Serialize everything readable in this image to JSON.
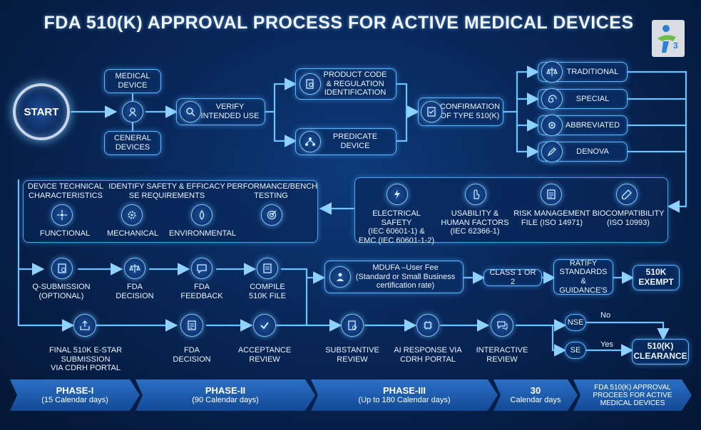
{
  "title": "FDA 510(K) APPROVAL PROCESS FOR ACTIVE MEDICAL DEVICES",
  "logo_text": "i3",
  "start": "START",
  "row1": {
    "medical_device": "MEDICAL\nDEVICE",
    "general_devices": "CENERAL\nDEVICES",
    "verify": "VERIFY\nINTENDED USE",
    "product_code": "PRODUCT CODE\n& REGULATION\nIDENTIFICATION",
    "predicate": "PREDICATE\nDEVICE",
    "confirmation": "CONFIRMATION\nOF TYPE 510(K)",
    "types": [
      "TRADITIONAL",
      "SPECIAL",
      "ABBREVIATED",
      "DENOVA"
    ]
  },
  "left_panel": {
    "headers": [
      "DEVICE TECHNICAL\nCHARACTERISTICS",
      "IDENTIFY SAFETY & EFFICACY\nSE REQUIREMENTS",
      "PERFORMANCE/BENCH\nTESTING"
    ],
    "items": [
      "FUNCTIONAL",
      "MECHANICAL",
      "ENVIRONMENTAL"
    ]
  },
  "right_panel": {
    "items": [
      "ELECTRICAL SAFETY\n(IEC 60601-1) &\nEMC (IEC 60601-1-2)",
      "USABILITY &\nHUMAN FACTORS\n(IEC 62366-1)",
      "RISK MANAGEMENT\nFILE (ISO 14971)",
      "BIOCOMPATIBILITY\n(ISO 10993)"
    ]
  },
  "row3": {
    "items": [
      "Q-SUBMISSION\n(OPTIONAL)",
      "FDA\nDECISION",
      "FDA\nFEEDBACK",
      "COMPILE\n510k FILE"
    ],
    "mdufa": "MDUFA –User Fee\n(Standard or Small Business\ncertification rate)",
    "class": "CLASS 1 OR 2",
    "ratify": "RATIFY\nSTANDARDS\n& GUIDANCE'S",
    "exempt": "510K\nEXEMPT"
  },
  "row4": {
    "items": [
      "FINAL 510k E-STAR SUBMISSION\nVIA CDRH PORTAL",
      "FDA\nDECISION",
      "ACCEPTANCE\nREVIEW",
      "SUBSTANTIVE\nREVIEW",
      "AI RESPONSE VIA\nCDRH PORTAL",
      "INTERACTIVE\nREVIEW"
    ],
    "nse": "NSE",
    "se": "SE",
    "no": "No",
    "yes": "Yes",
    "clearance": "510(K)\nCLEARANCE"
  },
  "phases": [
    {
      "name": "PHASE-I",
      "days": "(15 Calendar days)"
    },
    {
      "name": "PHASE-II",
      "days": "(90 Calendar days)"
    },
    {
      "name": "PHASE-III",
      "days": "(Up to 180 Calendar days)"
    },
    {
      "name": "30",
      "days": "Calendar days"
    },
    {
      "name": "FDA 510(K) APPROVAL\nPROCEES FOR ACTIVE\nMEDICAL DEVICES",
      "days": ""
    }
  ],
  "colors": {
    "background": "#082657",
    "accent": "#5fb8ff",
    "phase": "#1f5fb2"
  }
}
